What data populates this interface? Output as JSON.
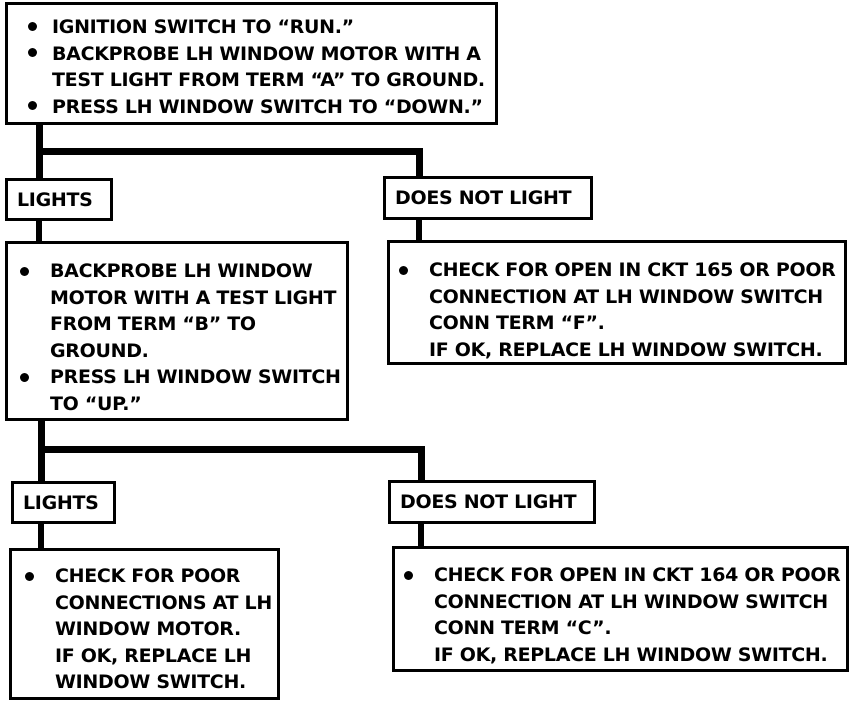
{
  "start": {
    "lines": [
      "IGNITION SWITCH TO “RUN.”",
      "BACKPROBE LH WINDOW MOTOR WITH A",
      "TEST LIGHT FROM TERM “A” TO GROUND.",
      "PRESS LH WINDOW SWITCH TO “DOWN.”"
    ]
  },
  "branch1": {
    "lights_label": "LIGHTS",
    "not_light_label": "DOES NOT LIGHT"
  },
  "step2": {
    "lines": [
      "BACKPROBE LH WINDOW",
      "MOTOR WITH A TEST LIGHT",
      "FROM TERM “B” TO",
      "GROUND.",
      "PRESS LH WINDOW SWITCH",
      "TO “UP.”"
    ]
  },
  "result1": {
    "lines": [
      "CHECK FOR OPEN IN CKT 165 OR POOR",
      "CONNECTION AT LH WINDOW SWITCH",
      "CONN TERM “F”.",
      "IF OK, REPLACE LH WINDOW SWITCH."
    ]
  },
  "branch2": {
    "lights_label": "LIGHTS",
    "not_light_label": "DOES NOT LIGHT"
  },
  "result2": {
    "lines": [
      "CHECK FOR POOR",
      "CONNECTIONS AT LH",
      "WINDOW MOTOR.",
      "IF OK, REPLACE LH",
      "WINDOW SWITCH."
    ]
  },
  "result3": {
    "lines": [
      "CHECK FOR OPEN IN CKT 164 OR POOR",
      "CONNECTION AT LH WINDOW SWITCH",
      "CONN TERM “C”.",
      "IF OK, REPLACE LH WINDOW SWITCH."
    ]
  }
}
